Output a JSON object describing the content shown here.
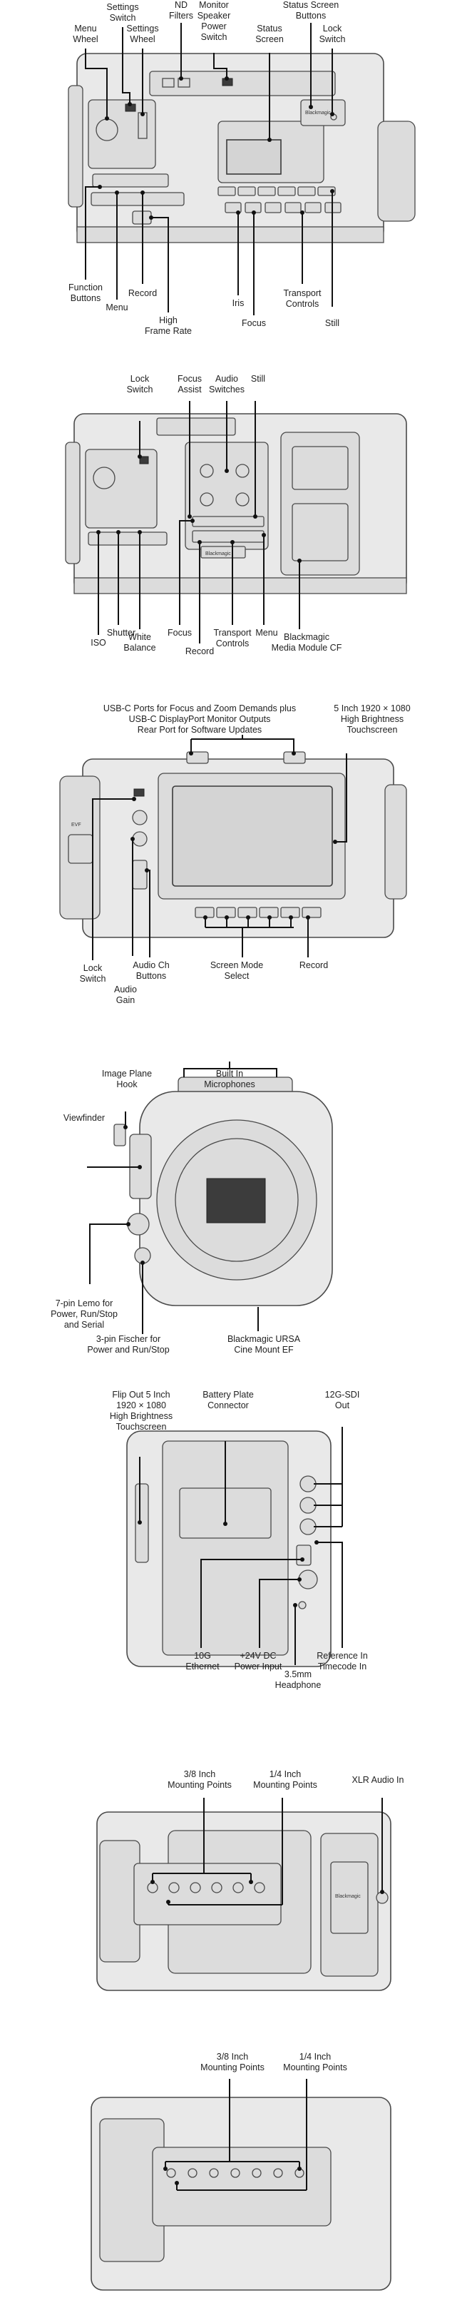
{
  "views": [
    {
      "id": "left-side",
      "labels": {
        "menu_wheel": "Menu\nWheel",
        "settings_switch": "Settings\nSwitch",
        "settings_wheel": "Settings\nWheel",
        "nd_filters": "ND\nFilters",
        "monitor_speaker_power_switch": "Monitor\nSpeaker\nPower\nSwitch",
        "status_screen": "Status\nScreen",
        "status_screen_buttons": "Status Screen\nButtons",
        "lock_switch": "Lock\nSwitch",
        "function_buttons": "Function\nButtons",
        "menu": "Menu",
        "record": "Record",
        "high_frame_rate": "High\nFrame Rate",
        "iris": "Iris",
        "focus": "Focus",
        "transport_controls": "Transport\nControls",
        "still": "Still"
      },
      "body_text": {
        "brand": "Blackmagic"
      }
    },
    {
      "id": "left-side-studio",
      "labels": {
        "lock_switch": "Lock\nSwitch",
        "focus_assist": "Focus\nAssist",
        "audio_switches": "Audio\nSwitches",
        "still": "Still",
        "iso": "ISO",
        "shutter": "Shutter",
        "white_balance": "White\nBalance",
        "focus": "Focus",
        "record": "Record",
        "transport_controls": "Transport\nControls",
        "menu": "Menu",
        "media_module": "Blackmagic\nMedia Module CF"
      },
      "body_text": {
        "brand": "Blackmagic"
      }
    },
    {
      "id": "right-side",
      "labels": {
        "usb_ports": "USB-C Ports for Focus and Zoom Demands plus\nUSB-C DisplayPort Monitor Outputs\nRear Port for Software Updates",
        "touchscreen": "5 Inch 1920 × 1080\nHigh Brightness\nTouchscreen",
        "lock_switch": "Lock\nSwitch",
        "audio_gain": "Audio\nGain",
        "audio_ch_buttons": "Audio Ch\nButtons",
        "screen_mode_select": "Screen Mode\nSelect",
        "record": "Record"
      },
      "body_text": {
        "label": "EVF"
      }
    },
    {
      "id": "front",
      "labels": {
        "image_plane_hook": "Image Plane\nHook",
        "built_in_microphones": "Built In\nMicrophones",
        "viewfinder": "Viewfinder",
        "lemo": "7-pin Lemo for\nPower, Run/Stop\nand Serial",
        "fischer": "3-pin Fischer for\nPower and Run/Stop",
        "lens_mount": "Blackmagic URSA\nCine Mount EF"
      }
    },
    {
      "id": "rear",
      "labels": {
        "flip_out_screen": "Flip Out 5 Inch\n1920 × 1080\nHigh Brightness\nTouchscreen",
        "battery_plate": "Battery Plate\nConnector",
        "sdi_out": "12G-SDI\nOut",
        "ethernet": "10G\nEthernet",
        "dc_input": "+24V DC\nPower Input",
        "headphone": "3.5mm\nHeadphone",
        "reference_in": "Reference In\nTimecode In"
      }
    },
    {
      "id": "bottom",
      "labels": {
        "mount_38": "3/8 Inch\nMounting Points",
        "mount_14": "1/4 Inch\nMounting Points",
        "xlr_audio": "XLR Audio In"
      },
      "body_text": {
        "brand": "Blackmagic"
      }
    },
    {
      "id": "top",
      "labels": {
        "mount_38": "3/8 Inch\nMounting Points",
        "mount_14": "1/4 Inch\nMounting Points"
      }
    }
  ],
  "colors": {
    "body": "#e9e9e9",
    "outline": "#4a4a4a",
    "leader": "#111111",
    "background": "#ffffff"
  }
}
